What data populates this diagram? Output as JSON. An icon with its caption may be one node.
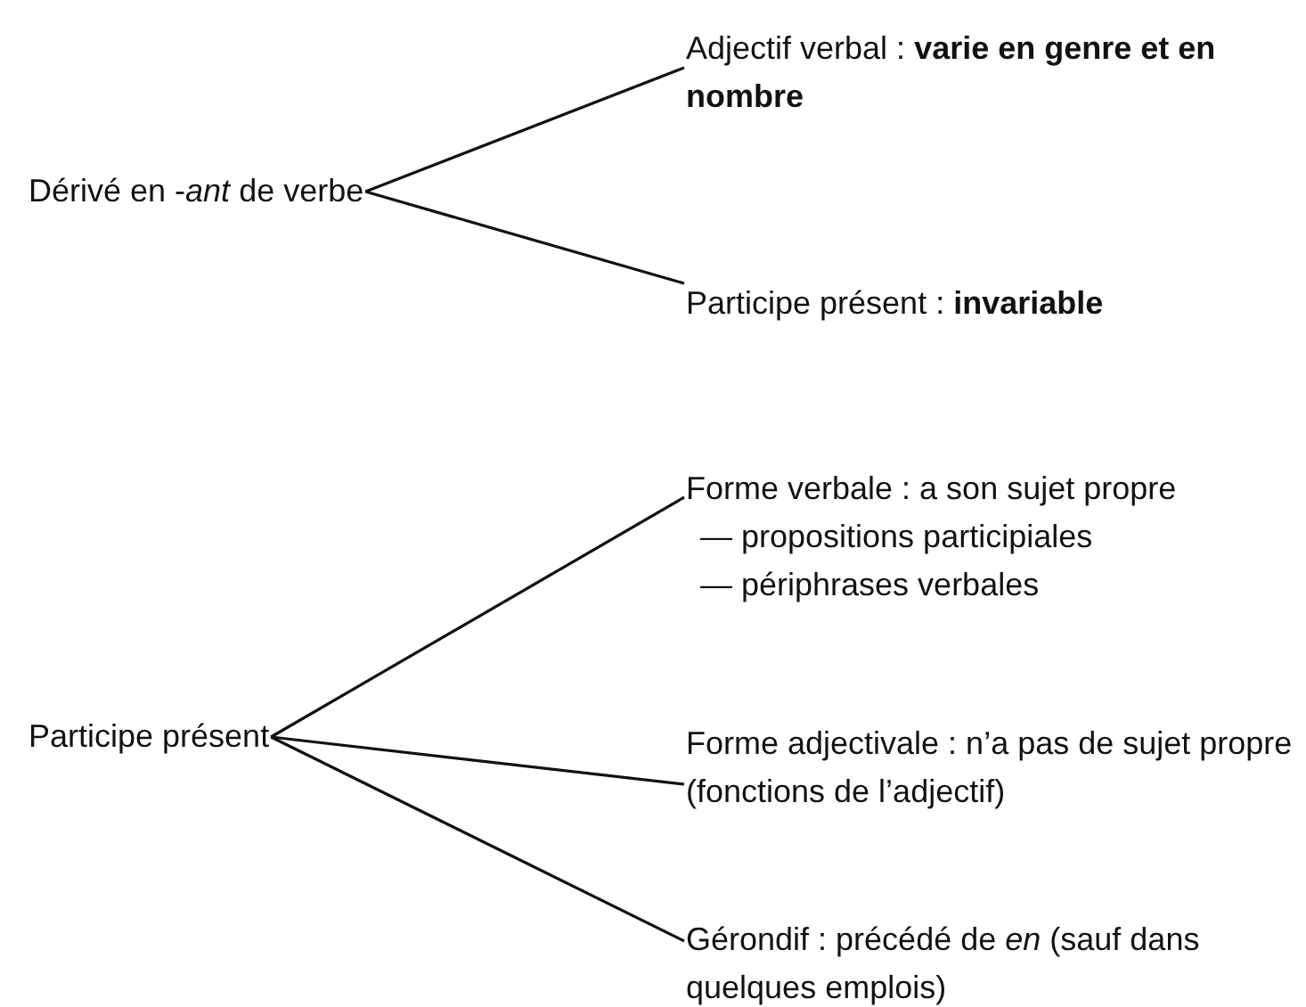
{
  "diagram": {
    "nodes": [
      {
        "text": [
          "Dérivé en -*ant* de verbe"
        ]
      },
      {
        "text": [
          "Adjectif verbal : **varie en genre et en nombre**"
        ]
      },
      {
        "text": [
          "Participe présent : **invariable**"
        ]
      },
      {
        "text": [
          "Participe présent"
        ]
      },
      {
        "text": [
          "Forme verbale : a son sujet propre",
          "— propositions participiales",
          "— périphrases verbales"
        ]
      },
      {
        "text": [
          "Forme adjectivale : n’a pas de sujet propre (fonctions de l’adjectif)"
        ]
      },
      {
        "text": [
          "Gérondif : précédé de *en* (sauf dans quelques emplois)"
        ]
      }
    ],
    "edges": [
      {
        "from": 0,
        "to": 1,
        "arrow": "none"
      },
      {
        "from": 0,
        "to": 2,
        "arrow": "none"
      },
      {
        "from": 3,
        "to": 4,
        "arrow": "none"
      },
      {
        "from": 3,
        "to": 5,
        "arrow": "none"
      },
      {
        "from": 3,
        "to": 6,
        "arrow": "none"
      }
    ]
  }
}
